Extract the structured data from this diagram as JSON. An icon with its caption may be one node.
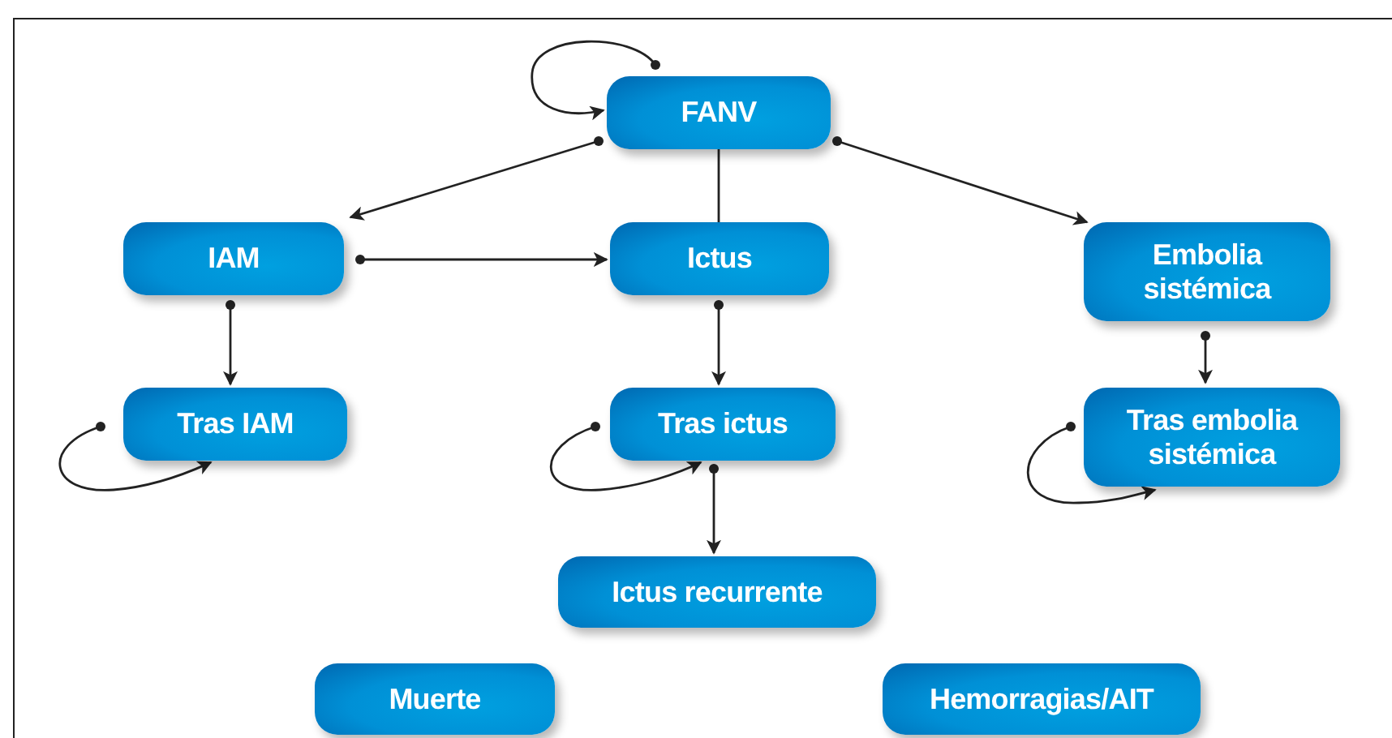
{
  "diagram": {
    "nodes": [
      {
        "text": [
          "FANV"
        ]
      },
      {
        "text": [
          "IAM"
        ]
      },
      {
        "text": [
          "Ictus"
        ]
      },
      {
        "text": [
          "Embolia sistémica"
        ]
      },
      {
        "text": [
          "Tras IAM"
        ]
      },
      {
        "text": [
          "Tras ictus"
        ]
      },
      {
        "text": [
          "Tras embolia sistémica"
        ]
      },
      {
        "text": [
          "Ictus recurrente"
        ]
      },
      {
        "text": [
          "Muerte"
        ]
      },
      {
        "text": [
          "Hemorragias/AIT"
        ]
      }
    ],
    "edges": [
      {
        "from": 0,
        "to": 1,
        "arrow": "to"
      },
      {
        "from": 0,
        "to": 2,
        "arrow": "none"
      },
      {
        "from": 0,
        "to": 3,
        "arrow": "to"
      },
      {
        "from": 1,
        "to": 2,
        "arrow": "to"
      },
      {
        "from": 1,
        "to": 4,
        "arrow": "to"
      },
      {
        "from": 2,
        "to": 5,
        "arrow": "to"
      },
      {
        "from": 3,
        "to": 6,
        "arrow": "to"
      },
      {
        "from": 5,
        "to": 7,
        "arrow": "to"
      },
      {
        "from": 0,
        "to": 0,
        "arrow": "to"
      },
      {
        "from": 4,
        "to": 4,
        "arrow": "to"
      },
      {
        "from": 5,
        "to": 5,
        "arrow": "to"
      },
      {
        "from": 6,
        "to": 6,
        "arrow": "to"
      }
    ]
  }
}
